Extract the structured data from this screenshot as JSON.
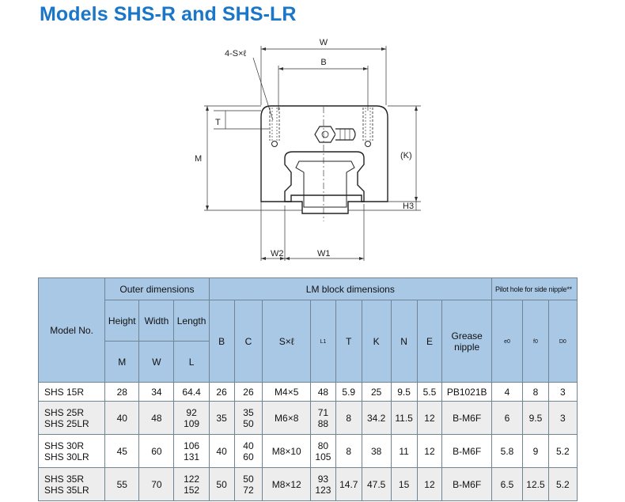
{
  "title": "Models SHS-R and SHS-LR",
  "drawing": {
    "labels": {
      "W": "W",
      "B": "B",
      "S": "4-S×ℓ",
      "T": "T",
      "M": "M",
      "K": "(K)",
      "H3": "H3",
      "W2": "W2",
      "W1": "W1"
    }
  },
  "table": {
    "group_headers": {
      "model": "Model No.",
      "outer": "Outer dimensions",
      "lm": "LM block dimensions",
      "pilot": "Pilot hole for side nipple**"
    },
    "sub_headers": {
      "height": "Height",
      "width": "Width",
      "length": "Length",
      "grease_1": "Grease",
      "grease_2": "nipple"
    },
    "symbols": [
      "M",
      "W",
      "L",
      "B",
      "C",
      "S×ℓ",
      "L1",
      "T",
      "K",
      "N",
      "E",
      "e0",
      "f0",
      "D0"
    ],
    "rows": [
      {
        "model": [
          "SHS 15R"
        ],
        "M": "28",
        "W": "34",
        "L": [
          "64.4"
        ],
        "B": "26",
        "C": [
          "26"
        ],
        "S": "M4×5",
        "L1": [
          "48"
        ],
        "T": "5.9",
        "K": "25",
        "N": "9.5",
        "E": "5.5",
        "nipple": "PB1021B",
        "e0": "4",
        "f0": "8",
        "D0": "3"
      },
      {
        "model": [
          "SHS 25R",
          "SHS 25LR"
        ],
        "M": "40",
        "W": "48",
        "L": [
          "92",
          "109"
        ],
        "B": "35",
        "C": [
          "35",
          "50"
        ],
        "S": "M6×8",
        "L1": [
          "71",
          "88"
        ],
        "T": "8",
        "K": "34.2",
        "N": "11.5",
        "E": "12",
        "nipple": "B-M6F",
        "e0": "6",
        "f0": "9.5",
        "D0": "3"
      },
      {
        "model": [
          "SHS 30R",
          "SHS 30LR"
        ],
        "M": "45",
        "W": "60",
        "L": [
          "106",
          "131"
        ],
        "B": "40",
        "C": [
          "40",
          "60"
        ],
        "S": "M8×10",
        "L1": [
          "80",
          "105"
        ],
        "T": "8",
        "K": "38",
        "N": "11",
        "E": "12",
        "nipple": "B-M6F",
        "e0": "5.8",
        "f0": "9",
        "D0": "5.2"
      },
      {
        "model": [
          "SHS 35R",
          "SHS 35LR"
        ],
        "M": "55",
        "W": "70",
        "L": [
          "122",
          "152"
        ],
        "B": "50",
        "C": [
          "50",
          "72"
        ],
        "S": "M8×12",
        "L1": [
          "93",
          "123"
        ],
        "T": "14.7",
        "K": "47.5",
        "N": "15",
        "E": "12",
        "nipple": "B-M6F",
        "e0": "6.5",
        "f0": "12.5",
        "D0": "5.2"
      }
    ]
  }
}
